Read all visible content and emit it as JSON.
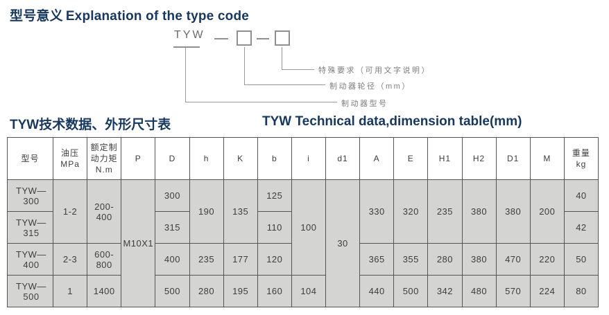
{
  "header": {
    "title_zh": "型号意义",
    "title_en": "Explanation of the type code"
  },
  "diagram": {
    "code_prefix": "TYW",
    "label_special": "特殊要求（可用文字说明）",
    "label_diameter": "制动器轮径（mm）",
    "label_model": "制动器型号"
  },
  "section": {
    "title_zh": "TYW技术数据、外形尺寸表",
    "title_en": "TYW Technical data,dimension table(mm)"
  },
  "table": {
    "headers": [
      "型号",
      "油压\nMPa",
      "额定制\n动力矩\nN.m",
      "P",
      "D",
      "h",
      "K",
      "b",
      "i",
      "d1",
      "A",
      "E",
      "H1",
      "H2",
      "D1",
      "M",
      "重量\nkg"
    ],
    "rows": [
      {
        "model": "TYW—300",
        "pressure": "1-2",
        "torque": "200-400",
        "P": "M10X1",
        "D": "300",
        "h": "190",
        "K": "135",
        "b": "125",
        "i": "100",
        "d1": "30",
        "A": "330",
        "E": "320",
        "H1": "235",
        "H2": "380",
        "D1": "380",
        "M": "200",
        "weight": "40"
      },
      {
        "model": "TYW—315",
        "D": "315",
        "b": "110",
        "weight": "42"
      },
      {
        "model": "TYW—400",
        "pressure": "2-3",
        "torque": "600-800",
        "D": "400",
        "h": "235",
        "K": "177",
        "b": "120",
        "A": "365",
        "E": "355",
        "H1": "280",
        "H2": "380",
        "D1": "470",
        "M": "220",
        "weight": "50"
      },
      {
        "model": "TYW—500",
        "pressure": "1",
        "torque": "1400",
        "D": "500",
        "h": "280",
        "K": "195",
        "b": "160",
        "i": "104",
        "A": "440",
        "E": "500",
        "H1": "342",
        "H2": "480",
        "D1": "570",
        "M": "224",
        "weight": "80"
      }
    ]
  },
  "colors": {
    "title_navy": "#17375e",
    "cell_bg": "#d4d4d2",
    "border_gray": "#545454",
    "diagram_gray": "#7d7d7d"
  }
}
